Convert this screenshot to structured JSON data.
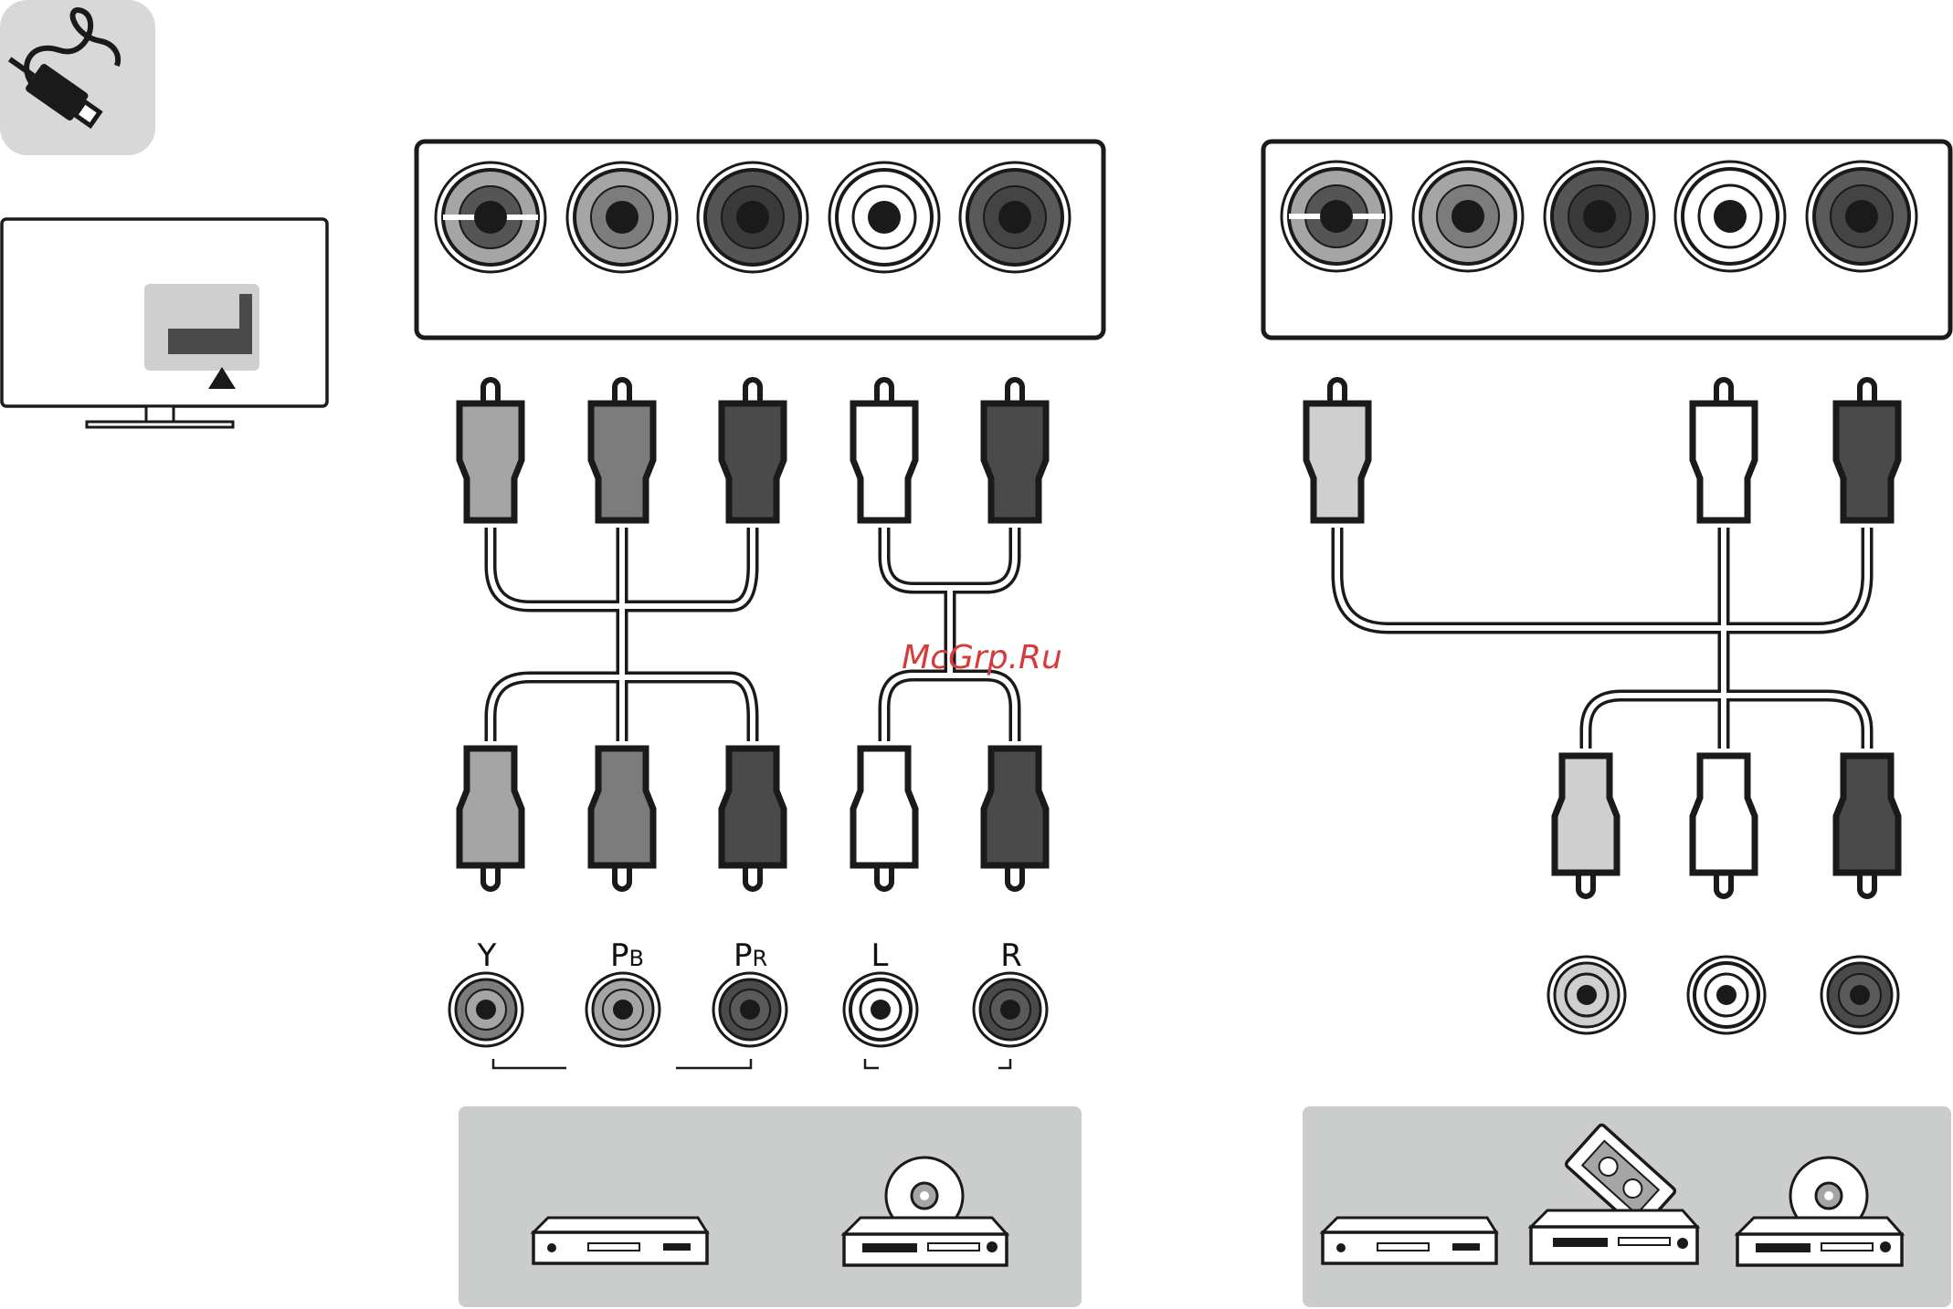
{
  "colors": {
    "jack_green": "#a6a5a5",
    "jack_blue": "#7d7c7c",
    "jack_red": "#4a4a4a",
    "jack_white": "#ffffff",
    "jack_red_audio": "#555555",
    "jack_video_yellow": "#cfcfcf",
    "device_panel_bg": "#cbcdcd",
    "badge_bg": "#d8d8d8",
    "watermark": "#d63a3a"
  },
  "icons": {
    "badge": "cable-plug-icon",
    "tv": "tv-icon",
    "panel_arrow": "triangle-up-icon",
    "players": [
      "dvd-player-icon",
      "bluray-player-icon",
      "vcr-icon"
    ]
  },
  "left_set": {
    "labels": [
      {
        "main": "Y",
        "sub": ""
      },
      {
        "main": "P",
        "sub": "B"
      },
      {
        "main": "P",
        "sub": "R"
      },
      {
        "main": "L",
        "sub": ""
      },
      {
        "main": "R",
        "sub": ""
      }
    ]
  },
  "watermark": "McGrp.Ru"
}
